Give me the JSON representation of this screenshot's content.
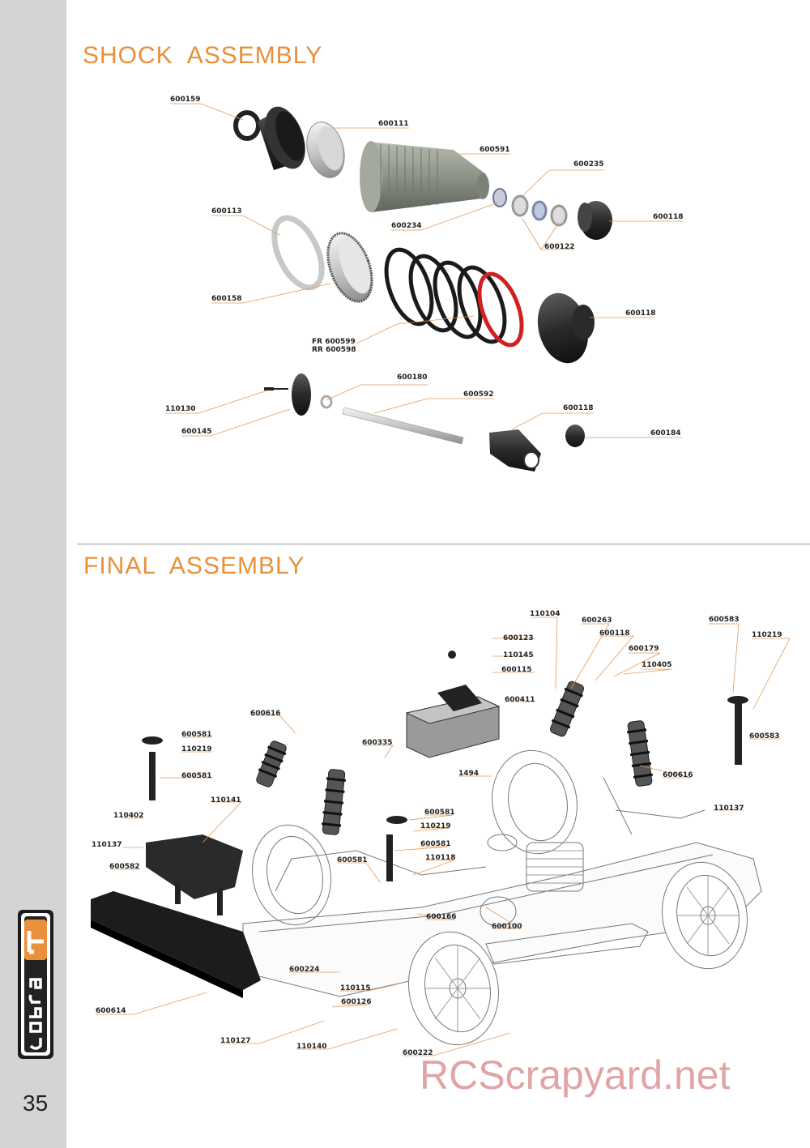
{
  "page": {
    "number": "35",
    "watermark": "RCScrapyard.net",
    "logo_text": "CobraGT"
  },
  "sections": {
    "shock": "SHOCK  ASSEMBLY",
    "final": "FINAL  ASSEMBLY"
  },
  "shock_labels": {
    "l600159": "600159",
    "l600111": "600111",
    "l600591": "600591",
    "l600235": "600235",
    "l600113": "600113",
    "l600234": "600234",
    "l600118a": "600118",
    "l600122": "600122",
    "l600158": "600158",
    "l600118b": "600118",
    "fr": "FR 600599",
    "rr": "RR 600598",
    "l600180": "600180",
    "l110130": "110130",
    "l600592": "600592",
    "l600145": "600145",
    "l600118c": "600118",
    "l600184": "600184"
  },
  "final_labels": {
    "l110104": "110104",
    "l600263": "600263",
    "l600123": "600123",
    "l600118d": "600118",
    "l600583a": "600583",
    "l110219a": "110219",
    "l600179": "600179",
    "l110145": "110145",
    "l110405": "110405",
    "l600115": "600115",
    "l600411": "600411",
    "l600616a": "600616",
    "l600581a": "600581",
    "l110219b": "110219",
    "l600335": "600335",
    "l600583b": "600583",
    "l600581b": "600581",
    "l1494": "1494",
    "l600616b": "600616",
    "l110141": "110141",
    "l110137a": "110137",
    "l110402": "110402",
    "l600581c": "600581",
    "l110219c": "110219",
    "l110137b": "110137",
    "l600581d": "600581",
    "l600582": "600582",
    "l600581e": "600581",
    "l110118": "110118",
    "l600166": "600166",
    "l600100": "600100",
    "l600224": "600224",
    "l110115": "110115",
    "l600126": "600126",
    "l600614": "600614",
    "l110127": "110127",
    "l110140": "110140",
    "l600222": "600222"
  }
}
